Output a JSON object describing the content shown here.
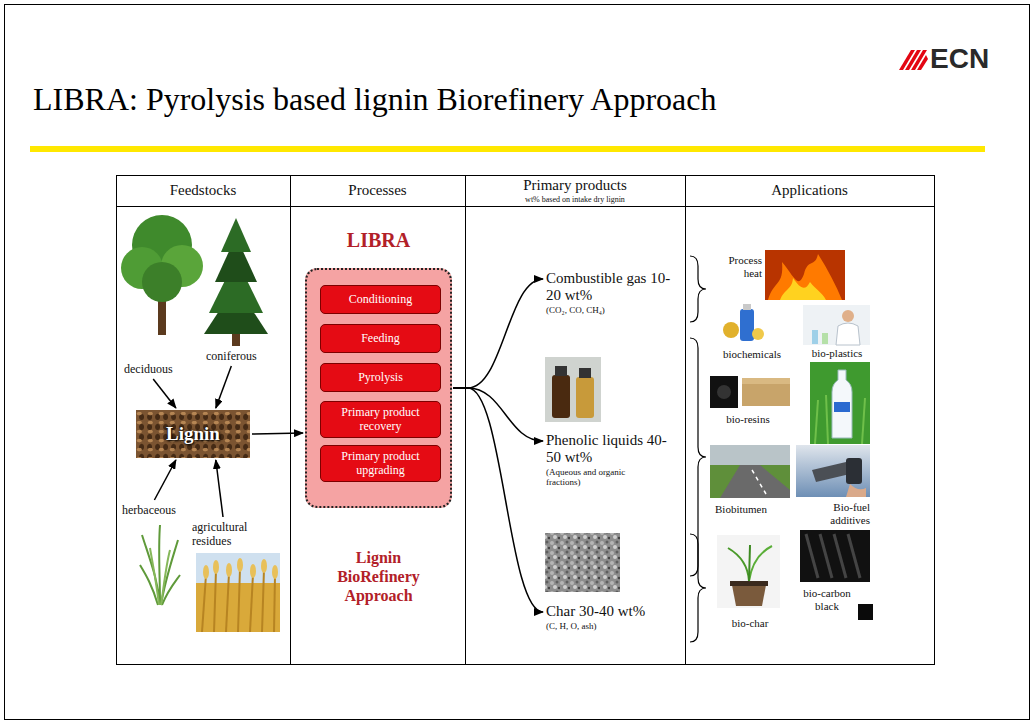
{
  "diagram": {
    "title": "LIBRA: Pyrolysis based lignin Biorefinery Approach",
    "nodes": [
      {
        "text": [
          "deciduous"
        ]
      },
      {
        "text": [
          "coniferous"
        ]
      },
      {
        "text": [
          "Lignin"
        ]
      },
      {
        "text": [
          "herbaceous"
        ]
      },
      {
        "text": [
          "agricultural residues"
        ]
      },
      {
        "text": [
          "LIBRA",
          "Lignin BioRefinery Approach"
        ]
      },
      {
        "text": [
          "Conditioning"
        ],
        "in": 5
      },
      {
        "text": [
          "Feeding"
        ],
        "in": 5
      },
      {
        "text": [
          "Pyrolysis"
        ],
        "in": 5
      },
      {
        "text": [
          "Primary product recovery"
        ],
        "in": 5
      },
      {
        "text": [
          "Primary product upgrading"
        ],
        "in": 5
      },
      {
        "text": [
          "Combustible gas 10-20 wt%",
          "(CO₂, CO, CH₄)"
        ]
      },
      {
        "text": [
          "Phenolic liquids 40-50 wt%",
          "(Aqueous and organic fractions)"
        ]
      },
      {
        "text": [
          "Char 30-40 wt%",
          "(C, H, O, ash)"
        ]
      }
    ],
    "edges": [
      {
        "from": 0,
        "to": 2,
        "arrow": "to"
      },
      {
        "from": 1,
        "to": 2,
        "arrow": "to"
      },
      {
        "from": 3,
        "to": 2,
        "arrow": "to"
      },
      {
        "from": 4,
        "to": 2,
        "arrow": "to"
      },
      {
        "from": 2,
        "to": 5,
        "arrow": "to"
      },
      {
        "from": 5,
        "to": 11,
        "arrow": "to"
      },
      {
        "from": 5,
        "to": 12,
        "arrow": "to"
      },
      {
        "from": 5,
        "to": 13,
        "arrow": "to"
      }
    ],
    "labels": [
      "ECN",
      "Feedstocks",
      "Processes",
      "Primary products",
      "wt% based on intake dry lignin",
      "Applications",
      "Process heat",
      "biochemicals",
      "bio-plastics",
      "bio-resins",
      "Biobitumen",
      "Bio-fuel additives",
      "bio-char",
      "bio-carbon black"
    ]
  }
}
